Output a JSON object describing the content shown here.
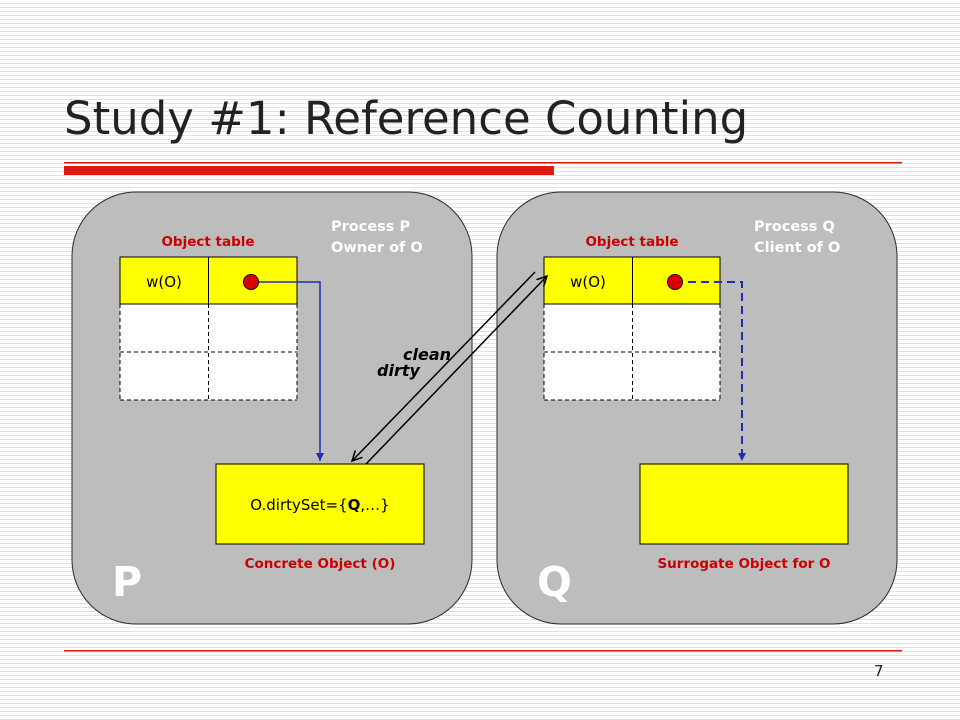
{
  "slide": {
    "title": "Study #1: Reference Counting",
    "page_number": "7"
  },
  "process_p": {
    "big_label": "P",
    "name_line1": "Process P",
    "name_line2": "Owner of O",
    "table_label": "Object table",
    "table_entry": "w(O)",
    "object_text_prefix": "O.dirtySet={",
    "object_text_bold": "Q",
    "object_text_suffix": ",…}",
    "object_caption": "Concrete Object (O)"
  },
  "process_q": {
    "big_label": "Q",
    "name_line1": "Process Q",
    "name_line2": "Client of O",
    "table_label": "Object table",
    "table_entry": "w(O)",
    "object_caption": "Surrogate Object for O"
  },
  "messages": {
    "clean": "clean",
    "dirty": "dirty"
  },
  "colors": {
    "label_red": "#cc0000",
    "arrow_blue": "#1f2fb0",
    "box_yellow": "#ffff00",
    "reference_dot_red": "#dd0000",
    "process_gray": "#bdbdbd",
    "title_bar_red": "#dd1a10"
  }
}
